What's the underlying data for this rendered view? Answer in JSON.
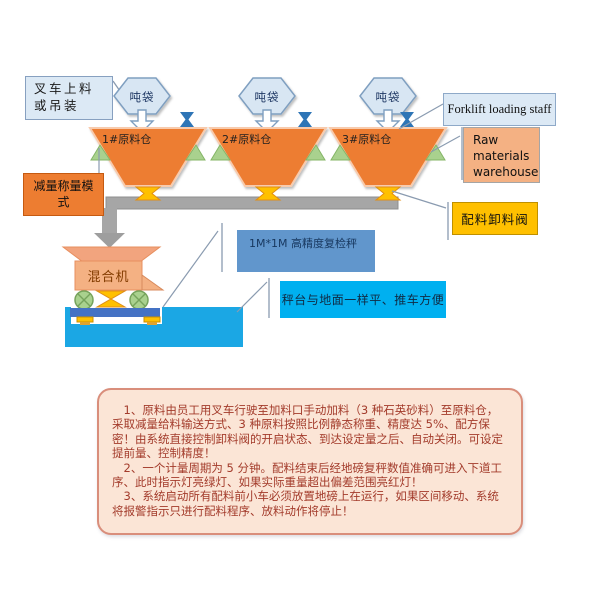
{
  "labels": {
    "forklift_cn": "叉车上料\n或吊装",
    "ton_bag": "吨袋",
    "hoppers": [
      "1#原料仓",
      "2#原料仓",
      "3#原料仓"
    ],
    "reduce_mode": "减量称量模\n式",
    "mixer": "混合机",
    "forklift_staff": "Forklift loading staff",
    "raw_warehouse": "Raw\nmaterials\nwarehouse",
    "discharge_valve": "配料卸料阀",
    "check_scale": "1M*1M 高精度复检秤",
    "platform_note": "秤台与地面一样平、推车方便"
  },
  "notes": {
    "paragraphs": [
      "1、原料由员工用叉车行驶至加料口手动加料（3 种石英砂料）至原料仓，采取减量给料输送方式、3 种原料按照比例静态称重、精度达 5%、配方保密！由系统直接控制卸料阀的开启状态、到达设定量之后、自动关闭。可设定提前量、控制精度！",
      "2、一个计量周期为 5 分钟。配料结束后经地磅复秤数值准确可进入下道工序、此时指示灯亮绿灯、如果实际重量超出偏差范围亮红灯！",
      "3、系统启动所有配料前小车必须放置地磅上在运行，如果区间移动、系统将报警指示只进行配料程序、放料动作将停止！"
    ]
  },
  "colors": {
    "hopper_orange": "#ED7D31",
    "peach": "#F4B183",
    "gold": "#FFC000",
    "steel_blue": "#6196CC",
    "bright_cyan": "#00B0F0",
    "pit_cyan": "#1BA7E4",
    "light_blue_fill": "#DCE9F5",
    "platform_blue": "#4472C4",
    "wheel_green": "#A9D18E",
    "valve_blue": "#2E75B6",
    "bar_gray": "#A6A6A6",
    "note_fill": "#FBE5D6",
    "note_border": "#D98E7B",
    "note_text": "#A33B2B"
  }
}
